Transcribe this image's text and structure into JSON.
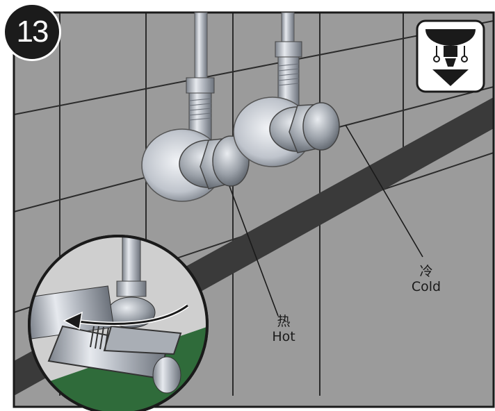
{
  "step": {
    "number": "13"
  },
  "labels": {
    "hot": {
      "cn": "热",
      "en": "Hot"
    },
    "cold": {
      "cn": "冷",
      "en": "Cold"
    }
  },
  "icons": {
    "step_badge": "step-number-badge",
    "sink_remove": "sink-lower-arrow-icon"
  },
  "colors": {
    "wall_tile": "#9b9b9b",
    "grout": "#2b2b2b",
    "baseboard": "#3a3a3a",
    "valve_chrome": "#c8ccd2",
    "counter_green": "#2f6b3a",
    "border": "#1a1a1a"
  }
}
